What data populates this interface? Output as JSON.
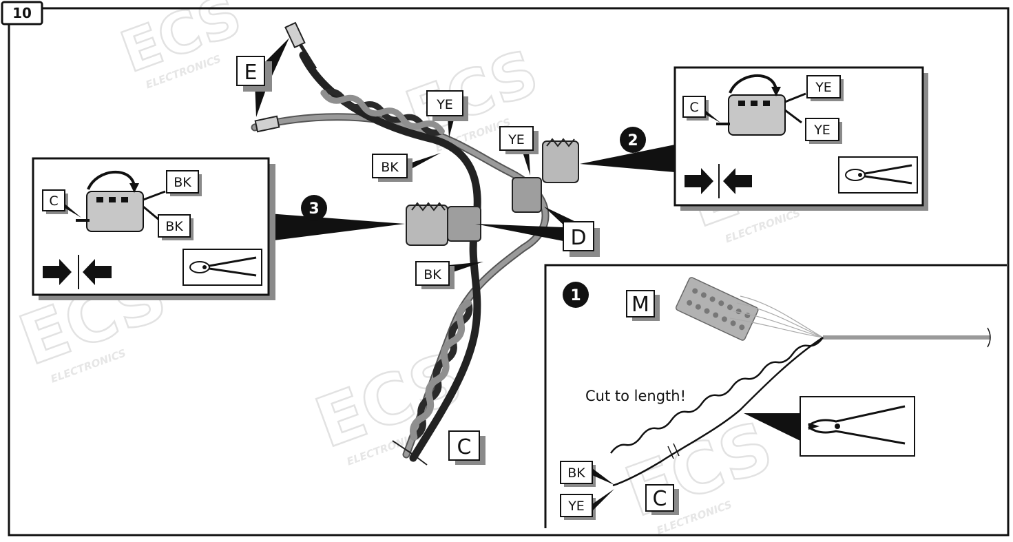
{
  "figure_number": "10",
  "watermark": {
    "brand": "ECS",
    "sub": "ELECTRONICS"
  },
  "wires": {
    "ye": "YE",
    "bk": "BK"
  },
  "callouts": {
    "e": "E",
    "d": "D",
    "c_main": "C",
    "m": "M",
    "c_step1": "C"
  },
  "step3": {
    "number": "3",
    "c_label": "C",
    "wire_top": "BK",
    "wire_bottom": "BK"
  },
  "step2": {
    "number": "2",
    "c_label": "C",
    "wire_top": "YE",
    "wire_bottom": "YE"
  },
  "step1": {
    "number": "1",
    "instruction": "Cut to length!",
    "wire_bk": "BK",
    "wire_ye": "YE"
  },
  "colors": {
    "black_wire": "#2b2b2b",
    "grey_wire": "#8e8e8e",
    "connector_grey": "#b9b9b9",
    "shadow": "#9a9a9a",
    "watermark": "#e2e2e2"
  },
  "icons": [
    "arrow-right-icon",
    "arrow-left-icon",
    "pliers-icon",
    "side-cutter-icon",
    "rotate-arrow-icon"
  ]
}
